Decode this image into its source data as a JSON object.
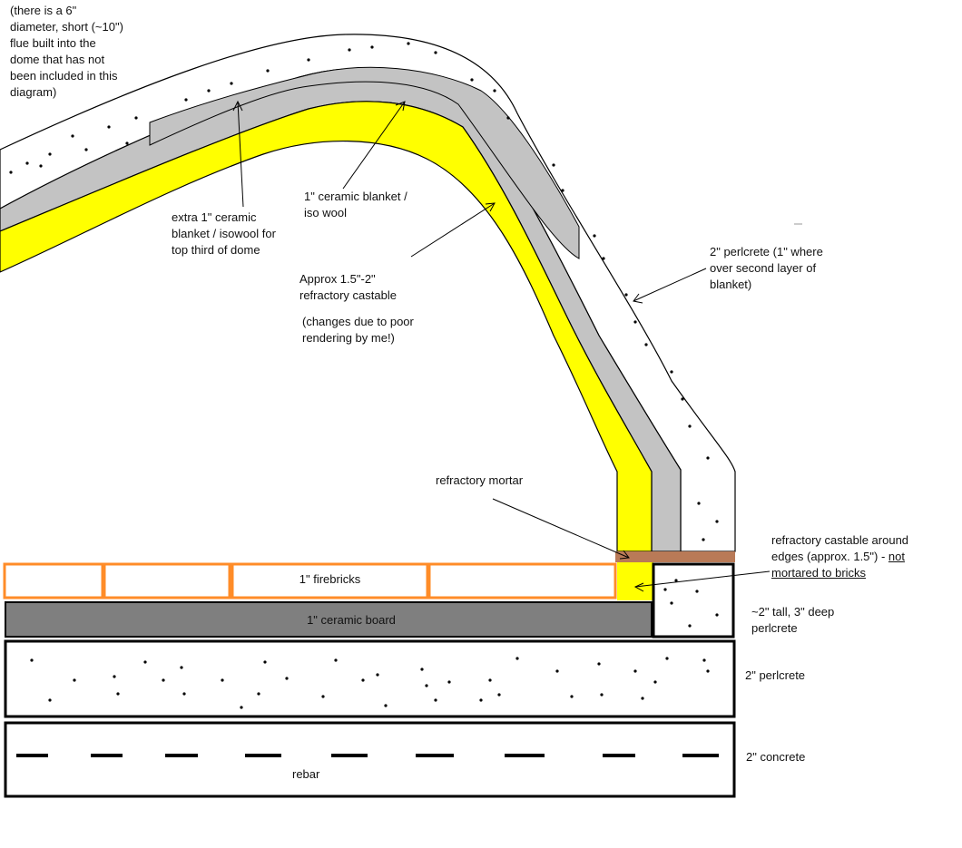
{
  "labels": {
    "flue_note": "(there is a 6\"\ndiameter, short (~10\")\nflue built into the\ndome that has not\nbeen included in this\ndiagram)",
    "extra_blanket": "extra 1\" ceramic\nblanket / isowool for\ntop third of dome",
    "ceramic_blanket": "1\" ceramic blanket /\niso wool",
    "castable": "Approx 1.5\"-2\"\nrefractory castable",
    "castable_note": "(changes due to poor\nrendering by me!)",
    "perlcrete_dome": "2\" perlcrete (1\" where\nover second layer of\nblanket)",
    "mortar": "refractory mortar",
    "castable_edges_line1": "refractory castable around",
    "castable_edges_line2_plain": "edges (approx. 1.5\") - ",
    "castable_edges_line2_underlined": "not",
    "castable_edges_line3_underlined": "mortared to bricks",
    "firebricks": "1\" firebricks",
    "ceramic_board": "1\" ceramic board",
    "edge_perlcrete": "~2\" tall, 3\" deep\nperlcrete",
    "perlcrete_slab": "2\" perlcrete",
    "concrete_slab": "2\" concrete",
    "rebar": "rebar"
  },
  "colors": {
    "castable": "#ffff00",
    "blanket": "#c3c3c3",
    "perlcrete": "#ffffff",
    "ceramic_board": "#7f7f7f",
    "firebrick_outline": "#ff8c28",
    "mortar": "#b97a57",
    "outline": "#000000"
  }
}
